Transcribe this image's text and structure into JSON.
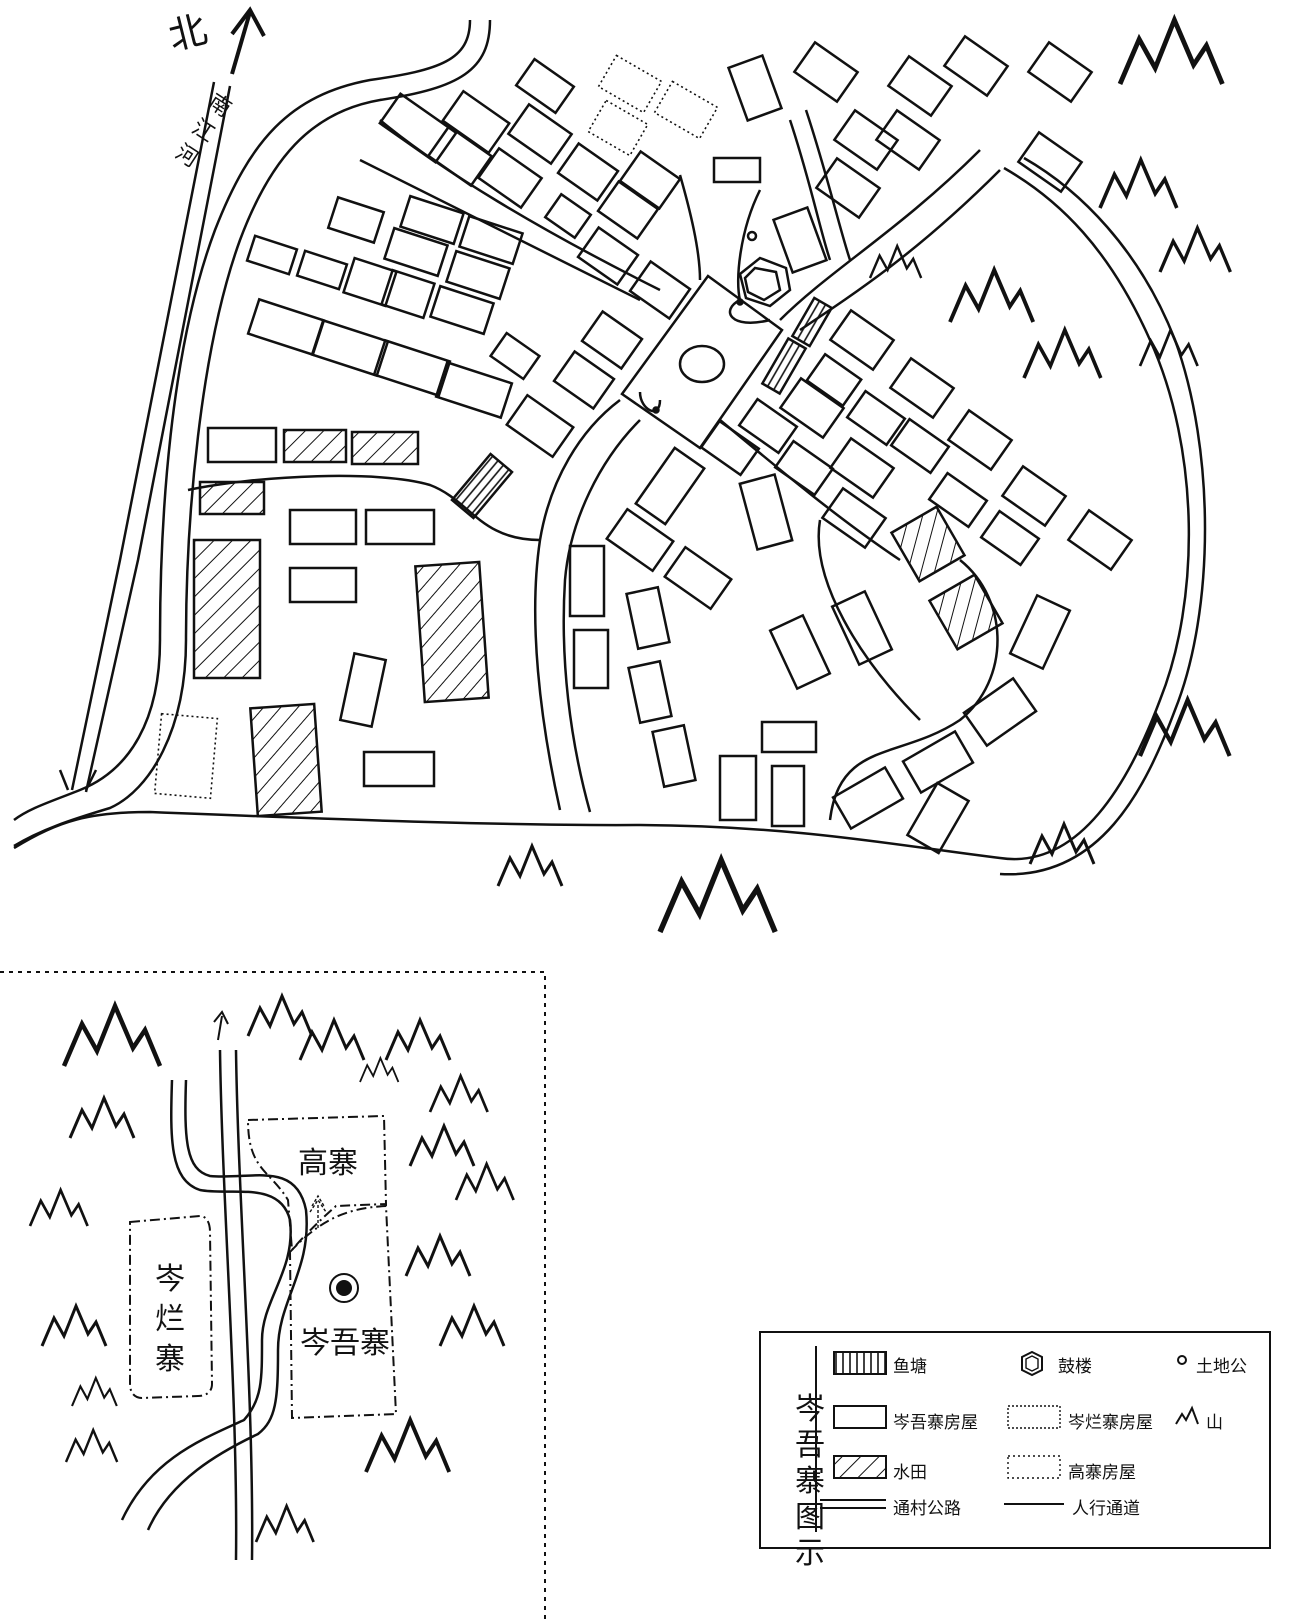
{
  "main_map": {
    "north_label": "北",
    "river_label": "南江河"
  },
  "inset_map": {
    "villages": [
      "高寨",
      "岑烂寨",
      "岑吾寨"
    ]
  },
  "legend": {
    "title": "岑吾寨图示",
    "items": [
      {
        "symbol": "fish-pond",
        "label": "鱼塘"
      },
      {
        "symbol": "drum-tower",
        "label": "鼓楼"
      },
      {
        "symbol": "earth-god-shrine",
        "label": "土地公"
      },
      {
        "symbol": "cenwu-house",
        "label": "岑吾寨房屋"
      },
      {
        "symbol": "cenlan-house",
        "label": "岑烂寨房屋"
      },
      {
        "symbol": "mountain",
        "label": "山"
      },
      {
        "symbol": "paddy-field",
        "label": "水田"
      },
      {
        "symbol": "gaozhai-house",
        "label": "高寨房屋"
      },
      {
        "symbol": "village-road",
        "label": "通村公路"
      },
      {
        "symbol": "footpath",
        "label": "人行通道"
      }
    ]
  }
}
